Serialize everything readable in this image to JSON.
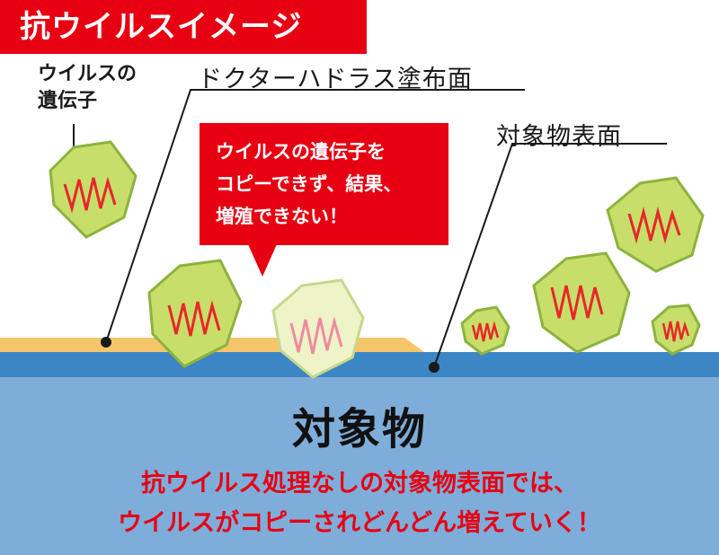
{
  "title": "抗ウイルスイメージ",
  "labels": {
    "virus_gene_line1": "ウイルスの",
    "virus_gene_line2": "遺伝子",
    "coating": "ドクターハドラス塗布面",
    "surface": "対象物表面",
    "object": "対象物"
  },
  "bubble": {
    "line1": "ウイルスの遺伝子を",
    "line2": "コピーできず、結果、",
    "line3": "増殖できない！"
  },
  "bottom": {
    "line1": "抗ウイルス処理なしの対象物表面では、",
    "line2": "ウイルスがコピーされどんどん増えていく！"
  },
  "colors": {
    "accent_red": "#e60012",
    "coating_yellow": "#f5c569",
    "surface_blue": "#3d86c6",
    "object_blue": "#7fadd9",
    "virus_fill": "#c8de6a",
    "virus_stroke": "#8cb33e",
    "virus_faded_fill": "#eef3c8",
    "gene_red": "#e8262b",
    "gene_faded": "#f08aa0"
  }
}
